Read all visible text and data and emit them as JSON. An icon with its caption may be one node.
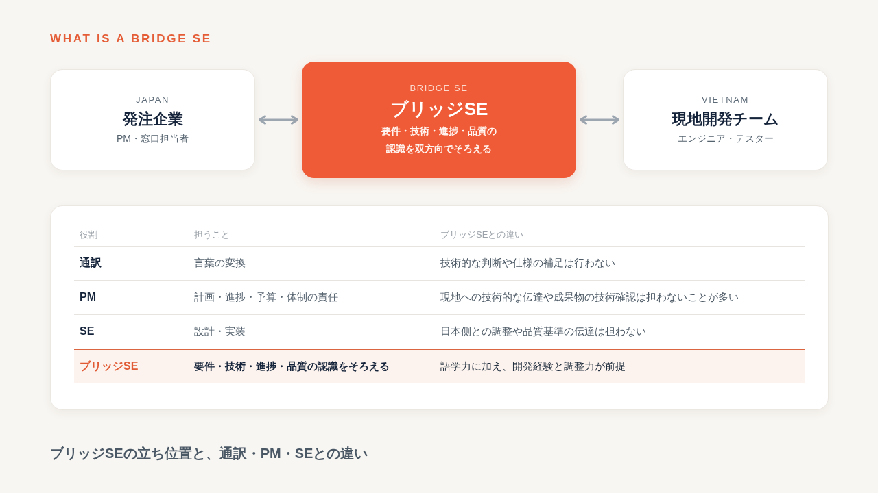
{
  "diagram": {
    "title": "WHAT IS A BRIDGE SE",
    "caption": "ブリッジSEの立ち位置と、通訳・PM・SEとの違い",
    "nodes": [
      {
        "text": [
          "JAPAN",
          "発注企業",
          "PM・窓口担当者"
        ]
      },
      {
        "text": [
          "BRIDGE SE",
          "ブリッジSE",
          "要件・技術・進捗・品質の認識を双方向でそろえる"
        ]
      },
      {
        "text": [
          "VIETNAM",
          "現地開発チーム",
          "エンジニア・テスター"
        ]
      }
    ],
    "edges": [
      {
        "from": 0,
        "to": 1,
        "arrow": "both"
      },
      {
        "from": 1,
        "to": 2,
        "arrow": "both"
      }
    ],
    "labels": [
      "役割",
      "担うこと",
      "ブリッジSEとの違い",
      "通訳",
      "言葉の変換",
      "技術的な判断や仕様の補足は行わない",
      "PM",
      "計画・進捗・予算・体制の責任",
      "現地への技術的な伝達や成果物の技術確認は担わないことが多い",
      "SE",
      "設計・実装",
      "日本側との調整や品質基準の伝達は担わない",
      "ブリッジSE",
      "要件・技術・進捗・品質の認識をそろえる",
      "語学力に加え、開発経験と調整力が前提"
    ]
  }
}
